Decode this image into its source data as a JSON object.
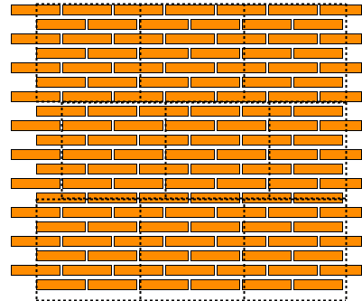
{
  "colors": {
    "background": "#ffffff",
    "brick_fill": "#ff8c00",
    "brick_stroke": "#000000",
    "tile_boundary": "#000000"
  },
  "pattern": {
    "type": "running-bond-brick-tiling",
    "brick_rows": 20,
    "tile_rows": 3,
    "tile_boundary_style": "dashed",
    "tiles": [
      {
        "row": 1,
        "columns": 3
      },
      {
        "row": 2,
        "columns": 3
      },
      {
        "row": 3,
        "columns": 3
      }
    ]
  }
}
